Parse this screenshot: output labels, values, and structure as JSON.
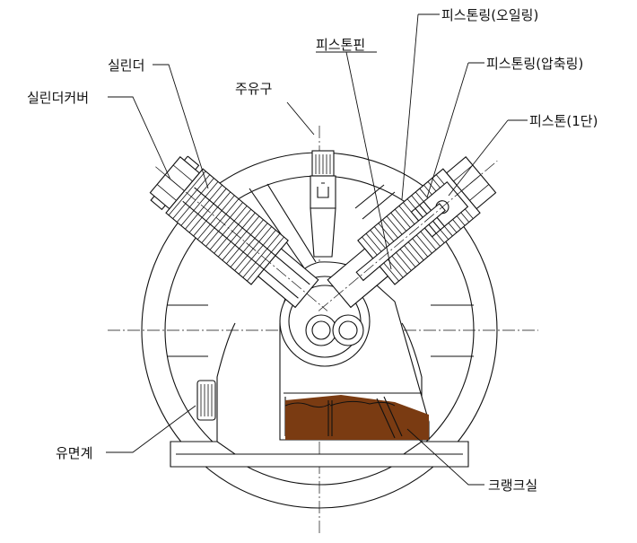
{
  "labels": {
    "piston_ring_oil": "피스톤링(오일링)",
    "piston_pin": "피스톤핀",
    "piston_ring_comp": "피스톤링(압축링)",
    "cylinder": "실린더",
    "oil_inlet": "주유구",
    "cylinder_cover": "실린더커버",
    "piston": "피스톤(1단)",
    "oil_gauge": "유면계",
    "crankcase": "크랭크실"
  },
  "colors": {
    "line": "#111111",
    "oil": "#7a3b12",
    "background": "#ffffff"
  }
}
